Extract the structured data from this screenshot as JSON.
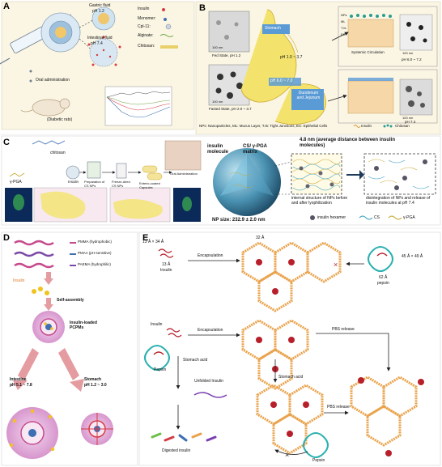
{
  "panels": {
    "A": {
      "label": "A",
      "gastric_fluid": "Gastric fluid",
      "gastric_ph": "pH 1.2",
      "intestinal_fluid": "Intestinal fluid",
      "intestinal_ph": "pH 7.4",
      "legend": [
        "Insulin",
        "Monomer:",
        "Cpl-11:",
        "Alginate:",
        "Chitosan:"
      ],
      "oral": "Oral administration",
      "rats": "(Diabetic rats)"
    },
    "B": {
      "label": "B",
      "stomach": "Stomach",
      "fed_state": "Fed State, pH 1.2",
      "fasted_state": "Fasted State, pH 2.0 ~ 3.7",
      "ph_stomach": "pH 1.0 ~ 3.7",
      "ph_duodenum": "pH 6.0 ~ 7.0",
      "duodenum": "Duodenum and Jejunum",
      "scale1": "100 nm",
      "scale2": "100 nm",
      "scale3": "100 nm",
      "scale4": "100 nm",
      "layers": [
        "NPs",
        "ML",
        "TJs",
        "EC"
      ],
      "systemic": "Systemic Circulation",
      "ph_right1": "pH 6.0 ~ 7.2",
      "ph_right2": "pH 7.4",
      "footnote": "NPs: Nanoparticles, ML: Mucus Layer, TJs: Tight Junctions, EC: Epithelial Cells",
      "insulin": "Insulin",
      "chitosan": "Chitosan"
    },
    "C": {
      "label": "C",
      "chitosan": "chitosan",
      "pga": "γ-PGA",
      "insulin": "Insulin",
      "steps": [
        "Preparation of CS NPs",
        "Freeze-dried CS NPs",
        "Enteric-coated Capsules",
        "Oral Administration"
      ],
      "insulin_molecule": "insulin molecule",
      "matrix": "CS/ γ-PGA matrix",
      "distance": "4.8 nm (average distance between insulin molecules)",
      "np_size": "NP size: 232.9 ± 2.0 nm",
      "internal": "internal structure of NPs before and after lyophilization",
      "disintegration": "disintegration of NPs and release of insulin molecules at pH 7.4",
      "legend_hexamer": "insulin hexamer",
      "legend_cs": "CS",
      "legend_pga": "γ-PGA"
    },
    "D": {
      "label": "D",
      "pmma": "PMMA (hydrophobic)",
      "pmaa": "PMAA (pH-sensitive)",
      "paema": "PAEMA (hydrophilic)",
      "insulin": "Insulin",
      "self_assembly": "Self-assembly",
      "pcpms": "Insulin-loaded PCPMs",
      "intestine": "Intestine",
      "intestine_ph": "pH 5.1 ~ 7.8",
      "stomach": "Stomach",
      "stomach_ph": "pH 1.2 ~ 3.0"
    },
    "E": {
      "label": "E",
      "dim_insulin": "13 Å × 34 Å",
      "dim_13": "13 Å",
      "insulin1": "Insulin",
      "encapsulation1": "Encapsulation",
      "dim_32": "32 Å",
      "pepsin_dim": "45 Å × 49 Å",
      "dim_62": "62 Å",
      "pepsin1": "pepsin",
      "insulin2": "Insulin",
      "encapsulation2": "Encapsulation",
      "pbs1": "PBS release",
      "stomach_acid1": "Stomach acid",
      "pepsin2": "Pepsin",
      "unfolded": "Unfolded Insulin",
      "stomach_acid2": "Stomach acid",
      "pbs2": "PBS release",
      "digested": "Digested insulin",
      "pepsin3": "Pepsin"
    }
  },
  "colors": {
    "panel_a_bg": "#fbf6e4",
    "panel_b_bg": "#fbf6e4",
    "stomach_yellow": "#f3e36c",
    "stomach_blue": "#5b9bd5",
    "sphere_blue": "#3f86a8",
    "pink_circle": "#e7b5df",
    "arrow_pink": "#e59ca1",
    "mof_orange": "#e9a24a",
    "mof_grey": "#a8b3bd"
  }
}
